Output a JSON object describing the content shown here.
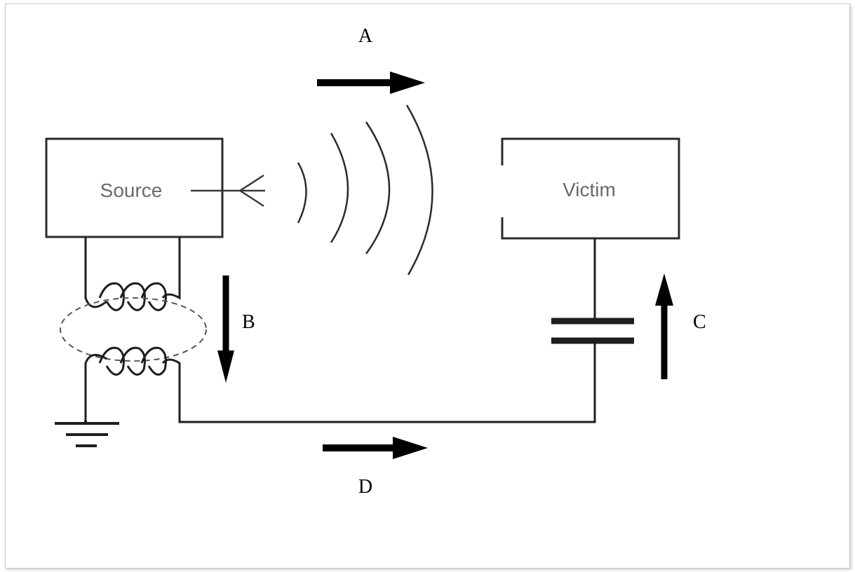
{
  "diagram": {
    "source_label": "Source",
    "victim_label": "Victim",
    "arrow_a_label": "A",
    "arrow_b_label": "B",
    "arrow_c_label": "C",
    "arrow_d_label": "D"
  },
  "colors": {
    "line": "#2b2b2b",
    "box_text": "#6a6a6a",
    "letter_text": "#000000"
  }
}
